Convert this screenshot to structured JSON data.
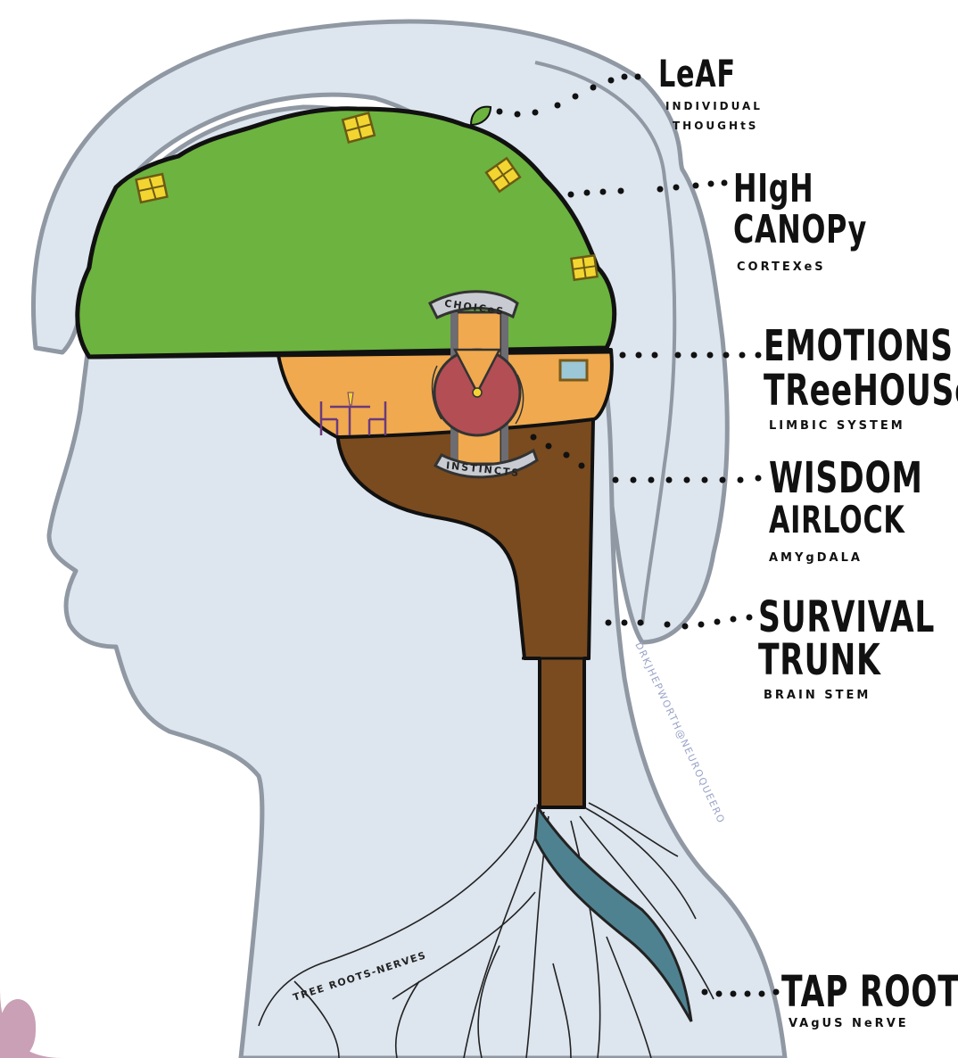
{
  "labels": [
    {
      "id": "leaf",
      "line1": "LeAF",
      "line2": "",
      "sub1": "INDIVIDUAL",
      "sub2": "THOUGHtS"
    },
    {
      "id": "canopy",
      "line1": "HIgH",
      "line2": "CANOPy",
      "sub1": "CORTEXeS",
      "sub2": ""
    },
    {
      "id": "emotions",
      "line1": "EMOTIONS",
      "line2": "TReeHOUSe",
      "sub1": "LIMBIC SYSTEM",
      "sub2": ""
    },
    {
      "id": "wisdom",
      "line1": "WISDOM",
      "line2": "AIRLOCK",
      "sub1": "AMYgDALA",
      "sub2": ""
    },
    {
      "id": "survival",
      "line1": "SURVIVAL",
      "line2": "TRUNK",
      "sub1": "BRAIN STEM",
      "sub2": ""
    },
    {
      "id": "taproot",
      "line1": "TAP ROOT",
      "line2": "",
      "sub1": "VAgUS NeRVE",
      "sub2": ""
    }
  ],
  "inner": {
    "choices": "CHOICeS",
    "instincts": "INSTINCTS",
    "roots": "TREE ROOTS-NERVES",
    "credit": "DRKJHEPWORTH@NEUROQUEERO"
  },
  "colors": {
    "head": "#dde5ee",
    "head_outline": "#8f98a3",
    "canopy": "#6db33f",
    "treehouse": "#f0a94f",
    "trunk": "#7a4b1f",
    "taproot": "#4f8290",
    "wheel": "#b24e54",
    "window": "#f3d531",
    "corner": "#c9a0b5"
  }
}
